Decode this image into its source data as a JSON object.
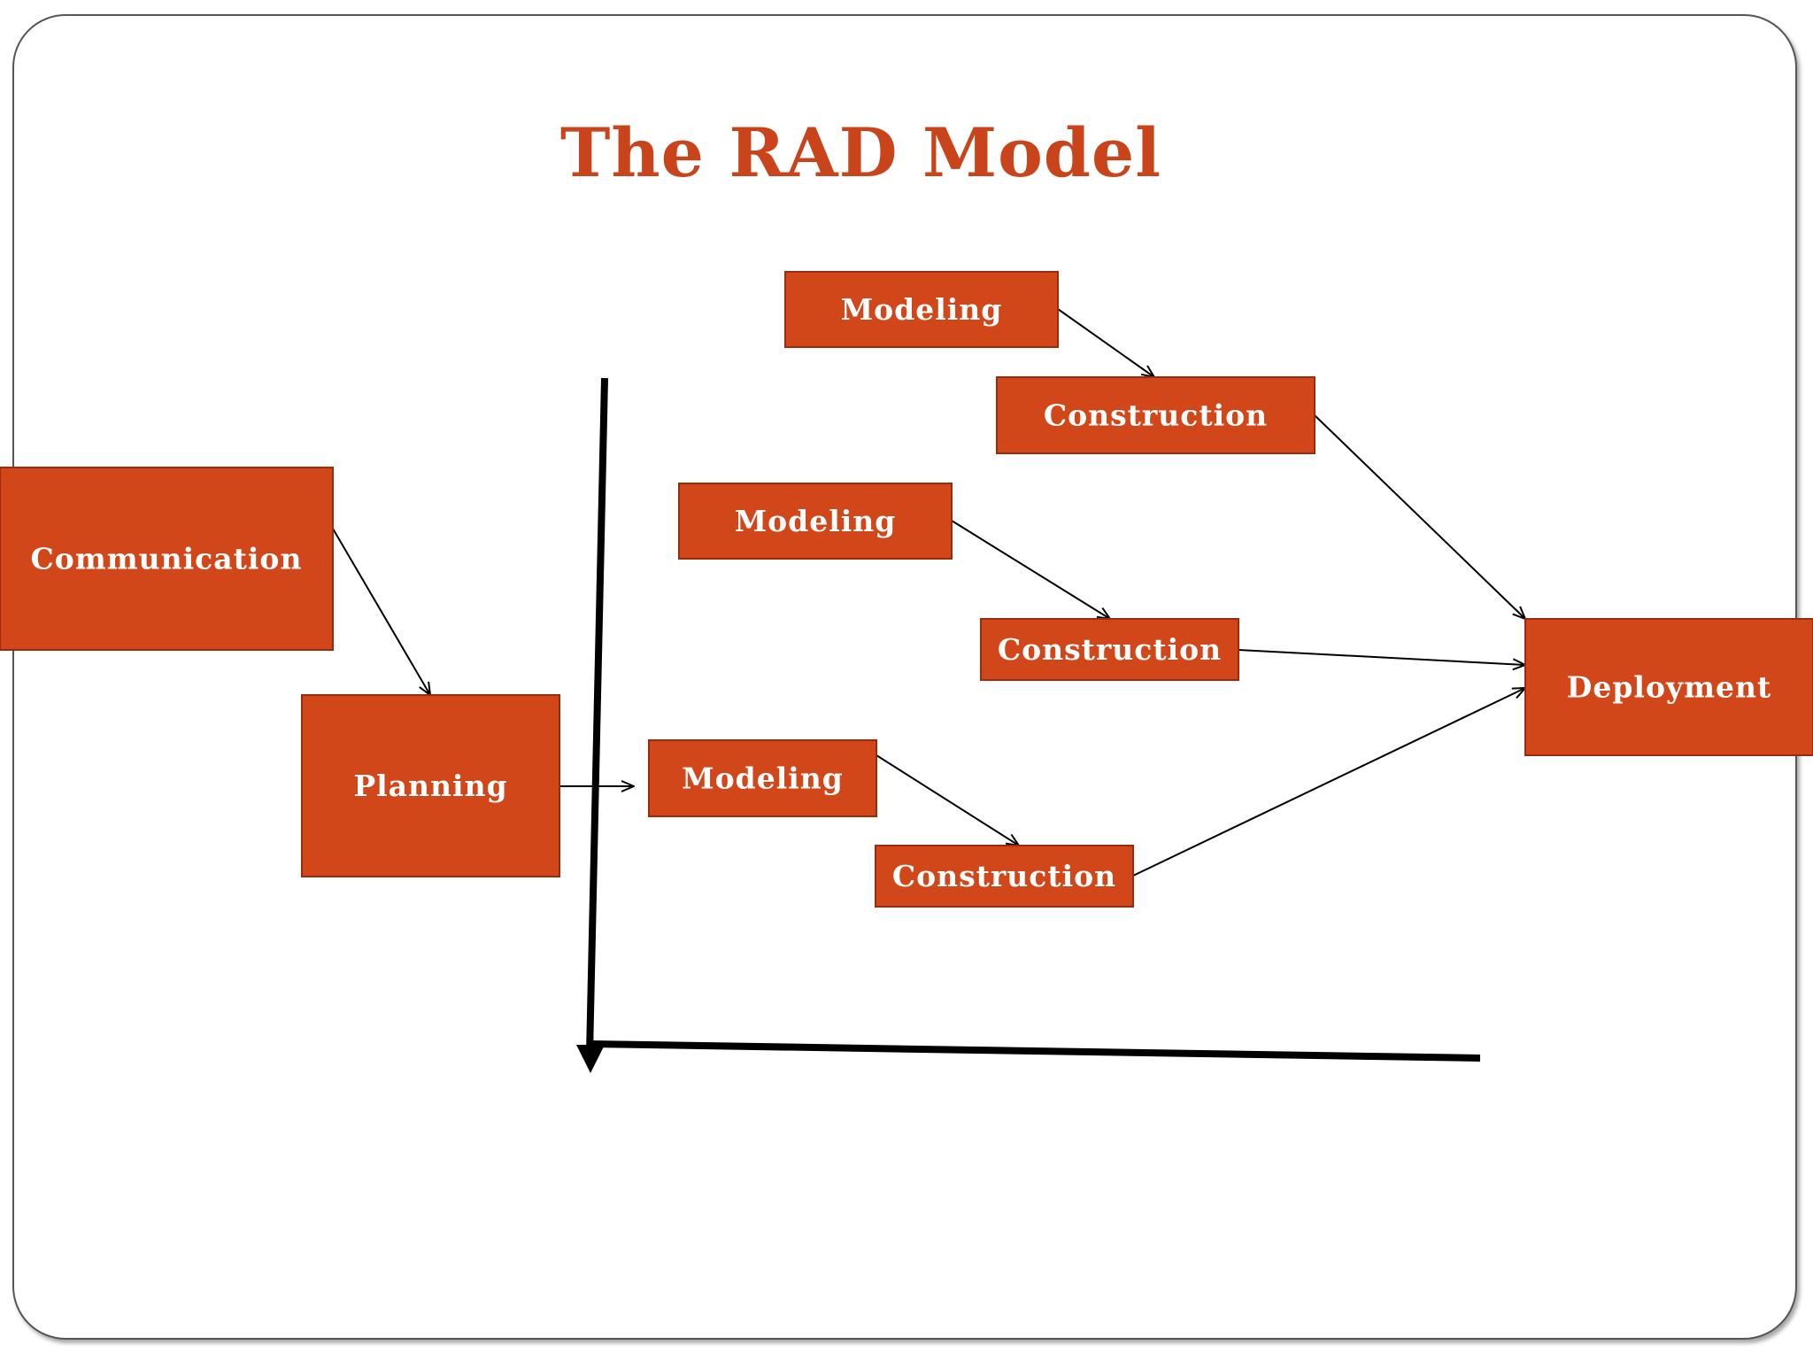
{
  "title": "The RAD Model",
  "colors": {
    "box_fill": "#d24719",
    "title": "#c9441a",
    "text": "#ffffff",
    "axis": "#000000"
  },
  "boxes": [
    {
      "id": "communication",
      "label": "Communication"
    },
    {
      "id": "planning",
      "label": "Planning"
    },
    {
      "id": "modeling-1",
      "label": "Modeling"
    },
    {
      "id": "construction-1",
      "label": "Construction"
    },
    {
      "id": "modeling-2",
      "label": "Modeling"
    },
    {
      "id": "construction-2",
      "label": "Construction"
    },
    {
      "id": "modeling-3",
      "label": "Modeling"
    },
    {
      "id": "construction-3",
      "label": "Construction"
    },
    {
      "id": "deployment",
      "label": "Deployment"
    }
  ],
  "connections": [
    {
      "from": "communication",
      "to": "planning"
    },
    {
      "from": "planning",
      "to": "modeling-3"
    },
    {
      "from": "modeling-1",
      "to": "construction-1"
    },
    {
      "from": "modeling-2",
      "to": "construction-2"
    },
    {
      "from": "modeling-3",
      "to": "construction-3"
    },
    {
      "from": "construction-1",
      "to": "deployment"
    },
    {
      "from": "construction-2",
      "to": "deployment"
    },
    {
      "from": "construction-3",
      "to": "deployment"
    }
  ]
}
